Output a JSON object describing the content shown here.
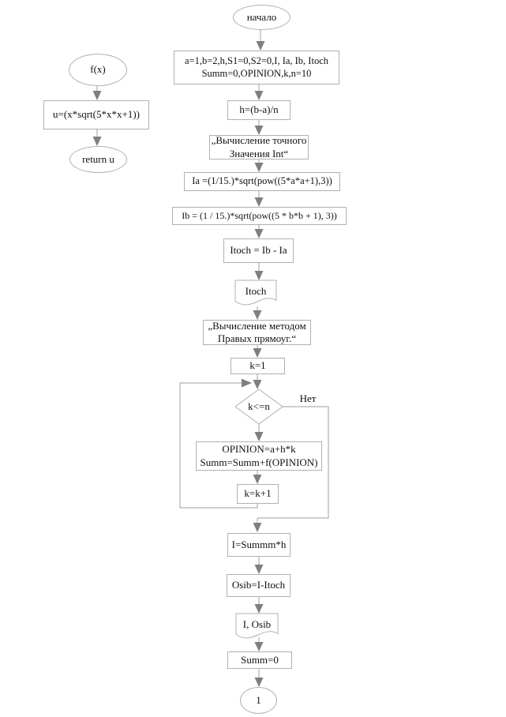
{
  "colors": {
    "border": "#b0b0b0",
    "line": "#b0b0b0",
    "arrow": "#7f7f7f",
    "text": "#111111",
    "background": "#ffffff"
  },
  "nodes": {
    "start": "начало",
    "init1": "a=1,b=2,h,S1=0,S2=0,I, Ia, Ib, Itoch",
    "init2": "Summ=0,OPINION,k,n=10",
    "h_step": "h=(b-a)/n",
    "exact1": "„Вычисление точного",
    "exact2": "Значения Int“",
    "ia": "Ia =(1/15.)*sqrt(pow((5*a*a+1),3))",
    "ib": "Ib = (1 / 15.)*sqrt(pow((5 * b*b + 1), 3))",
    "itoch_calc": "Itoch = Ib - Ia",
    "itoch_doc": "Itoch",
    "method1": "„Вычисление методом",
    "method2": "Правых прямоуг.“",
    "k_init": "k=1",
    "cond": "k<=n",
    "no_label": "Нет",
    "body1": "OPINION=a+h*k",
    "body2": "Summ=Summ+f(OPINION)",
    "k_inc": "k=k+1",
    "i_calc": "I=Summm*h",
    "osib": "Osib=I-Itoch",
    "out_doc": "I, Osib",
    "summ_reset": "Summ=0",
    "connector": "1"
  },
  "subroutine": {
    "title": "f(x)",
    "body": "u=(x*sqrt(5*x*x+1))",
    "return": "return u"
  }
}
